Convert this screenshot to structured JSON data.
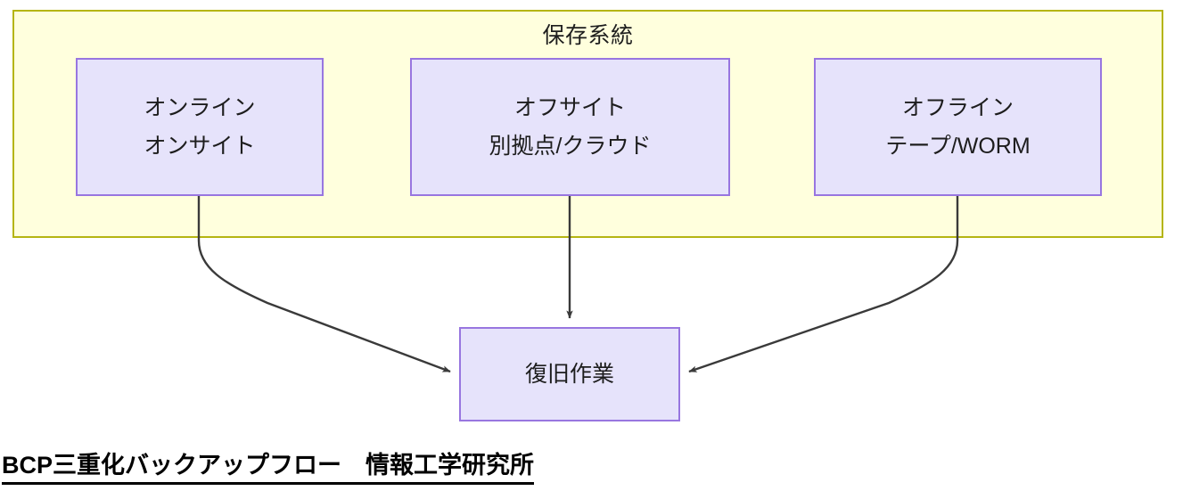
{
  "diagram": {
    "group": {
      "title": "保存系統",
      "fill_color": "#ffffdd",
      "border_color": "#b5b512"
    },
    "node_style": {
      "fill_color": "#e6e3fb",
      "border_color": "#9876e0"
    },
    "edge_color": "#3a3a3a",
    "nodes": [
      {
        "id": "online",
        "line1": "オンライン",
        "line2": "オンサイト"
      },
      {
        "id": "offsite",
        "line1": "オフサイト",
        "line2": "別拠点/クラウド"
      },
      {
        "id": "offline",
        "line1": "オフライン",
        "line2": "テープ/WORM"
      },
      {
        "id": "recovery",
        "line1": "復旧作業",
        "line2": ""
      }
    ],
    "edges": [
      {
        "from": "online",
        "to": "recovery",
        "style": "curved"
      },
      {
        "from": "offsite",
        "to": "recovery",
        "style": "straight"
      },
      {
        "from": "offline",
        "to": "recovery",
        "style": "curved"
      }
    ],
    "caption": "BCP三重化バックアップフロー　情報工学研究所"
  }
}
